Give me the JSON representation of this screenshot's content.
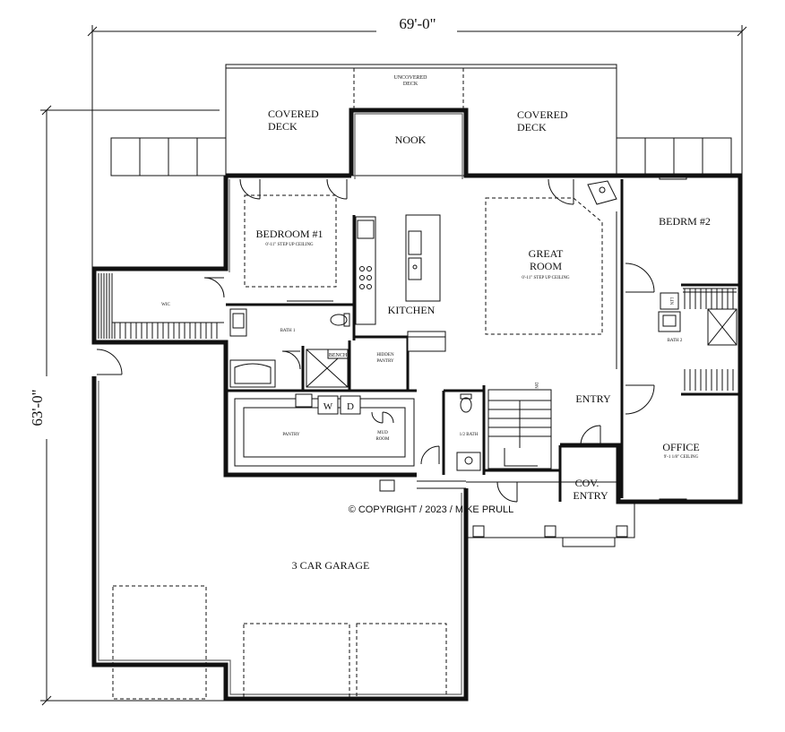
{
  "dimensions": {
    "width": "69'-0\"",
    "depth": "63'-0\""
  },
  "rooms": {
    "covered_deck_left": [
      "COVERED",
      "DECK"
    ],
    "covered_deck_right": [
      "COVERED",
      "DECK"
    ],
    "uncovered_deck": [
      "UNCOVERED",
      "DECK"
    ],
    "nook": "NOOK",
    "bedroom1": "BEDROOM #1",
    "bedroom1_note": "0'-11\" STEP UP CEILING",
    "kitchen": "KITCHEN",
    "great_room": [
      "GREAT",
      "ROOM"
    ],
    "great_room_note": "0'-11\" STEP UP CEILING",
    "bedroom2": "BEDRM #2",
    "lin": "LIN",
    "bath2": "BATH 2",
    "wic": "WIC",
    "bath1": "BATH 1",
    "bench": "BENCH",
    "hidden_pantry": [
      "HIDDEN",
      "PANTRY"
    ],
    "washer": "W",
    "dryer": "D",
    "pantry": "PANTRY",
    "mud_room": [
      "MUD",
      "ROOM"
    ],
    "half_bath": "1/2 BATH",
    "stair_dn": "DN",
    "entry": "ENTRY",
    "office": "OFFICE",
    "office_note": "9'-1 1/8\" CEILING",
    "cov_entry": [
      "COV.",
      "ENTRY"
    ],
    "garage": "3 CAR GARAGE"
  },
  "copyright": "© COPYRIGHT / 2023 / MIKE PRULL"
}
